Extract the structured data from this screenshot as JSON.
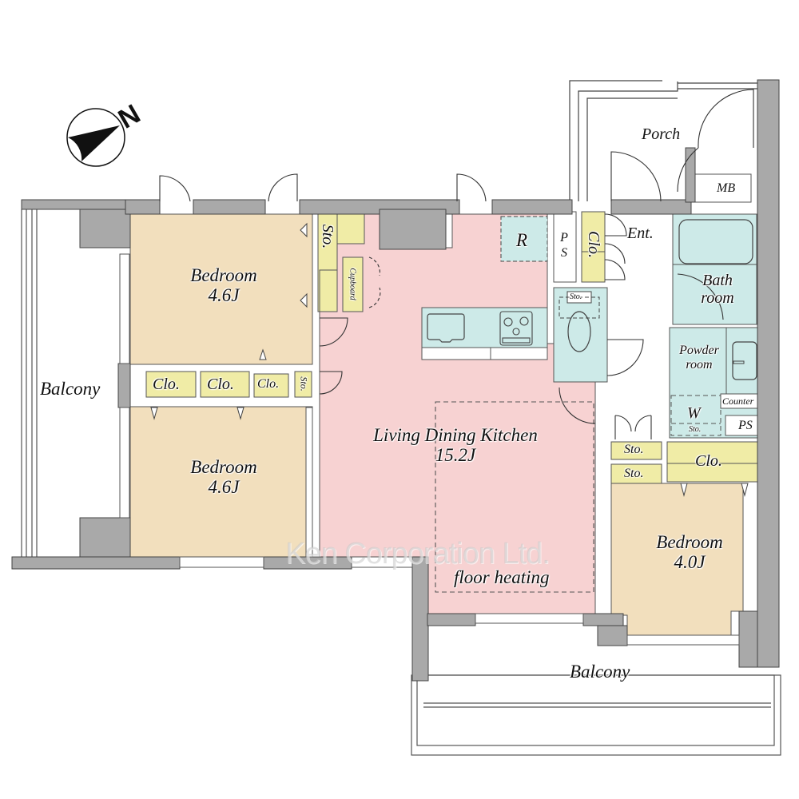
{
  "colors": {
    "wall": "#a9a9a9",
    "bedroom": "#f2dfbd",
    "ldk": "#f7d2d2",
    "wet_area": "#cdeae8",
    "storage": "#f0eca6",
    "outline": "#333333"
  },
  "compass": {
    "letter": "N",
    "icon": "north-arrow-icon"
  },
  "rooms": {
    "bedroom_top": {
      "name": "Bedroom",
      "size": "4.6J"
    },
    "bedroom_mid": {
      "name": "Bedroom",
      "size": "4.6J"
    },
    "bedroom_right": {
      "name": "Bedroom",
      "size": "4.0J"
    },
    "ldk": {
      "name": "Living Dining Kitchen",
      "size": "15.2J",
      "note": "floor heating"
    },
    "balcony_left": {
      "name": "Balcony"
    },
    "balcony_bottom": {
      "name": "Balcony"
    },
    "porch": {
      "name": "Porch"
    },
    "mb": {
      "name": "MB"
    },
    "entrance": {
      "name": "Ent."
    },
    "bath": {
      "line1": "Bath",
      "line2": "room"
    },
    "powder": {
      "line1": "Powder",
      "line2": "room"
    },
    "refrigerator": {
      "name": "R"
    }
  },
  "storage": {
    "sto_top": "Sto.",
    "cupboard": "Cupboard",
    "clo_entrance": "Clo.",
    "ps_top": "P S",
    "clo_1": "Clo.",
    "clo_2": "Clo.",
    "clo_3": "Clo.",
    "sto_small": "Sto.",
    "toilet_sto": "Sto.",
    "sto_right_1": "Sto.",
    "sto_right_2": "Sto.",
    "clo_right": "Clo.",
    "counter": "Counter",
    "ps_right": "PS",
    "washer": "W",
    "washer_sto": "Sto."
  },
  "watermark": "Ken Corporation Ltd."
}
